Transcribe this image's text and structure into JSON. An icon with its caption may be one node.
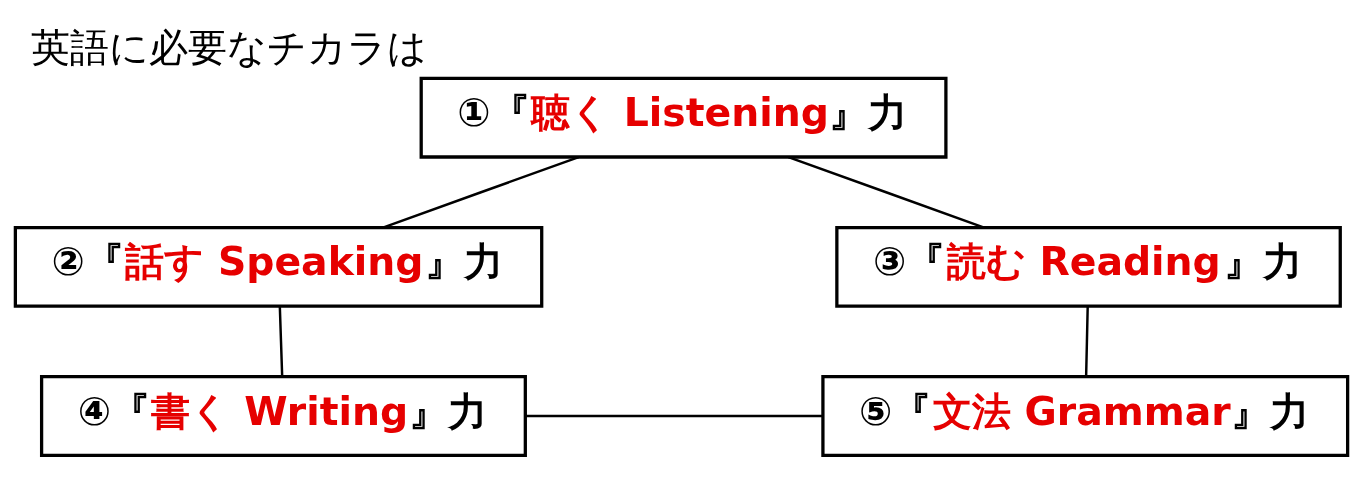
{
  "diagram": {
    "title": "英語に必要なチカラは",
    "nodes": [
      {
        "text": [
          "①『聴く Listening』力"
        ]
      },
      {
        "text": [
          "②『話す Speaking』力"
        ]
      },
      {
        "text": [
          "③『読む Reading』力"
        ]
      },
      {
        "text": [
          "④『書く Writing』力"
        ]
      },
      {
        "text": [
          "⑤『文法 Grammar』力"
        ]
      }
    ],
    "edges": [
      {
        "from": 0,
        "to": 1,
        "arrow": "none"
      },
      {
        "from": 0,
        "to": 2,
        "arrow": "none"
      },
      {
        "from": 1,
        "to": 3,
        "arrow": "none"
      },
      {
        "from": 2,
        "to": 4,
        "arrow": "none"
      },
      {
        "from": 3,
        "to": 4,
        "arrow": "none"
      }
    ]
  }
}
